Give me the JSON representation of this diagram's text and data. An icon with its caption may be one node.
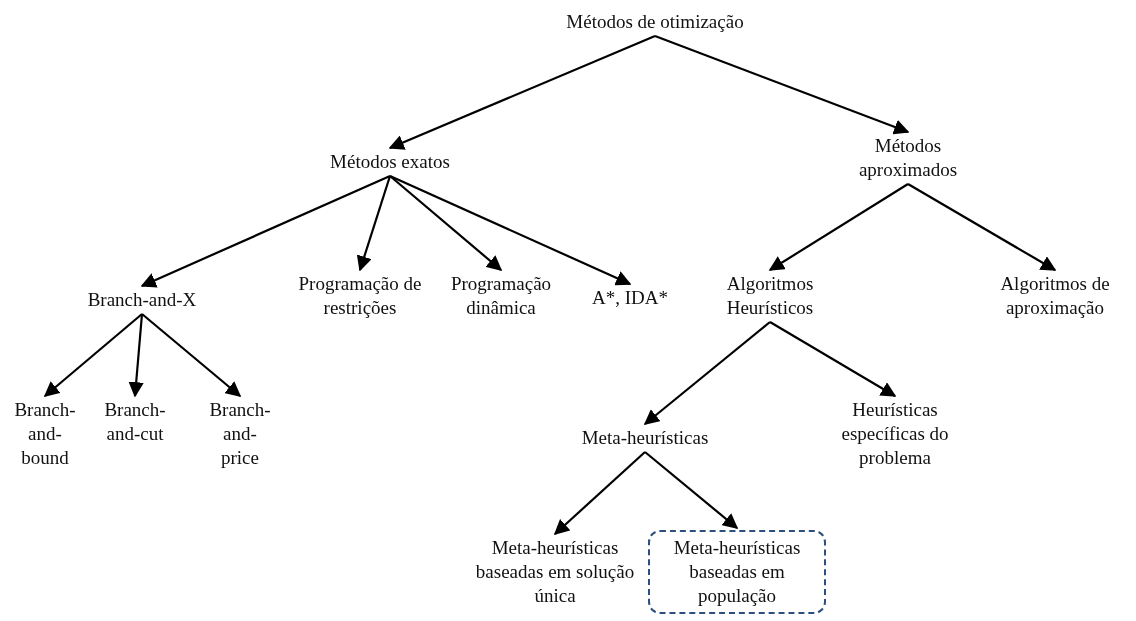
{
  "diagram": {
    "nodes": [
      {
        "text": [
          "Métodos de otimização"
        ]
      },
      {
        "text": [
          "Métodos exatos"
        ]
      },
      {
        "text": [
          "Métodos aproximados"
        ]
      },
      {
        "text": [
          "Branch-and-X"
        ]
      },
      {
        "text": [
          "Programação de restrições"
        ]
      },
      {
        "text": [
          "Programação dinâmica"
        ]
      },
      {
        "text": [
          "A*, IDA*"
        ]
      },
      {
        "text": [
          "Algoritmos Heurísticos"
        ]
      },
      {
        "text": [
          "Algoritmos de aproximação"
        ]
      },
      {
        "text": [
          "Branch-and-bound"
        ]
      },
      {
        "text": [
          "Branch-and-cut"
        ]
      },
      {
        "text": [
          "Branch-and-price"
        ]
      },
      {
        "text": [
          "Meta-heurísticas"
        ]
      },
      {
        "text": [
          "Heurísticas específicas do problema"
        ]
      },
      {
        "text": [
          "Meta-heurísticas baseadas em solução única"
        ]
      },
      {
        "text": [
          "Meta-heurísticas baseadas em população"
        ]
      }
    ],
    "edges": [
      {
        "from": 0,
        "to": 1,
        "arrow": "to"
      },
      {
        "from": 0,
        "to": 2,
        "arrow": "to"
      },
      {
        "from": 1,
        "to": 3,
        "arrow": "to"
      },
      {
        "from": 1,
        "to": 4,
        "arrow": "to"
      },
      {
        "from": 1,
        "to": 5,
        "arrow": "to"
      },
      {
        "from": 1,
        "to": 6,
        "arrow": "to"
      },
      {
        "from": 2,
        "to": 7,
        "arrow": "to"
      },
      {
        "from": 2,
        "to": 8,
        "arrow": "to"
      },
      {
        "from": 3,
        "to": 9,
        "arrow": "to"
      },
      {
        "from": 3,
        "to": 10,
        "arrow": "to"
      },
      {
        "from": 3,
        "to": 11,
        "arrow": "to"
      },
      {
        "from": 7,
        "to": 12,
        "arrow": "to"
      },
      {
        "from": 7,
        "to": 13,
        "arrow": "to"
      },
      {
        "from": 12,
        "to": 14,
        "arrow": "to"
      },
      {
        "from": 12,
        "to": 15,
        "arrow": "to"
      }
    ]
  }
}
